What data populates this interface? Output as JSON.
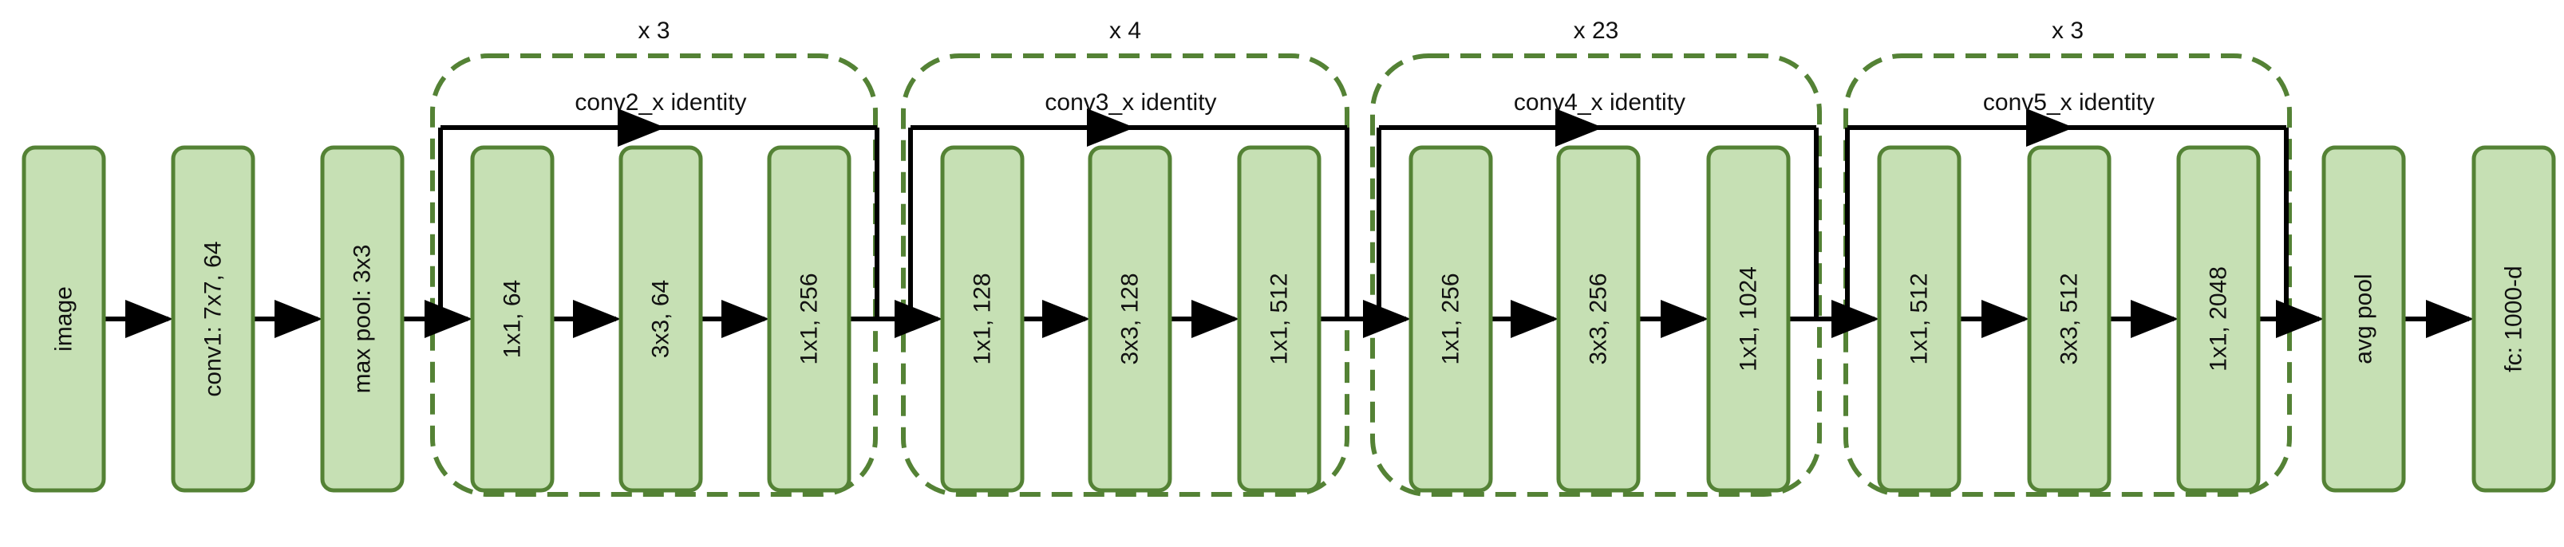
{
  "colors": {
    "box_fill": "#c6e0b4",
    "box_stroke": "#548235",
    "group_stroke": "#548235",
    "arrow": "#000000",
    "text": "#111111"
  },
  "diagram": {
    "stem_layers": [
      "image",
      "conv1: 7x7, 64",
      "max pool: 3x3"
    ],
    "head_layers": [
      "avg pool",
      "fc: 1000-d"
    ],
    "stages": [
      {
        "repeat": "x 3",
        "identity_label": "conv2_x identity",
        "layers": [
          "1x1, 64",
          "3x3, 64",
          "1x1, 256"
        ]
      },
      {
        "repeat": "x 4",
        "identity_label": "conv3_x identity",
        "layers": [
          "1x1, 128",
          "3x3, 128",
          "1x1, 512"
        ]
      },
      {
        "repeat": "x 23",
        "identity_label": "conv4_x identity",
        "layers": [
          "1x1, 256",
          "3x3, 256",
          "1x1, 1024"
        ]
      },
      {
        "repeat": "x 3",
        "identity_label": "conv5_x identity",
        "layers": [
          "1x1, 512",
          "3x3, 512",
          "1x1, 2048"
        ]
      }
    ]
  }
}
